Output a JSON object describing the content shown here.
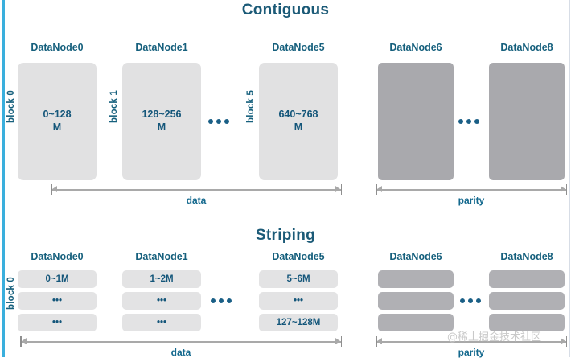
{
  "theme": {
    "accent_rule": "#3aafdd",
    "title_color": "#1b5a77",
    "label_color": "#16607d",
    "data_block_fill": "#e1e1e2",
    "parity_block_fill": "#a9a9ad",
    "arrow_color": "#a9a9a9",
    "measure_label_color": "#14698e",
    "watermark_color": "#c9c9c9"
  },
  "watermark": {
    "text": "@稀土掘金技术社区"
  },
  "contiguous": {
    "title": "Contiguous",
    "node_labels": [
      "DataNode0",
      "DataNode1",
      "DataNode5",
      "DataNode6",
      "DataNode8"
    ],
    "block_labels": [
      "block 0",
      "block 1",
      "block 5"
    ],
    "data_blocks": [
      {
        "node": "DataNode0",
        "block": "block 0",
        "range": "0~128\nM"
      },
      {
        "node": "DataNode1",
        "block": "block 1",
        "range": "128~256\nM"
      },
      {
        "node": "DataNode5",
        "block": "block 5",
        "range": "640~768\nM"
      }
    ],
    "parity_blocks": [
      {
        "node": "DataNode6",
        "range": ""
      },
      {
        "node": "DataNode8",
        "range": ""
      }
    ],
    "ellipsis": "•••",
    "measures": [
      {
        "name": "data",
        "label": "data"
      },
      {
        "name": "parity",
        "label": "parity"
      }
    ]
  },
  "striping": {
    "title": "Striping",
    "node_labels": [
      "DataNode0",
      "DataNode1",
      "DataNode5",
      "DataNode6",
      "DataNode8"
    ],
    "block_labels": [
      "block 0"
    ],
    "columns": [
      {
        "node": "DataNode0",
        "cells": [
          "0~1M",
          "•••",
          "•••"
        ]
      },
      {
        "node": "DataNode1",
        "cells": [
          "1~2M",
          "•••",
          "•••"
        ]
      },
      {
        "node": "DataNode5",
        "cells": [
          "5~6M",
          "•••",
          "127~128M"
        ]
      },
      {
        "node": "DataNode6",
        "cells": [
          "",
          "",
          ""
        ]
      },
      {
        "node": "DataNode8",
        "cells": [
          "",
          "",
          ""
        ]
      }
    ],
    "ellipsis": "•••",
    "measures": [
      {
        "name": "data",
        "label": "data"
      },
      {
        "name": "parity",
        "label": "parity"
      }
    ]
  }
}
